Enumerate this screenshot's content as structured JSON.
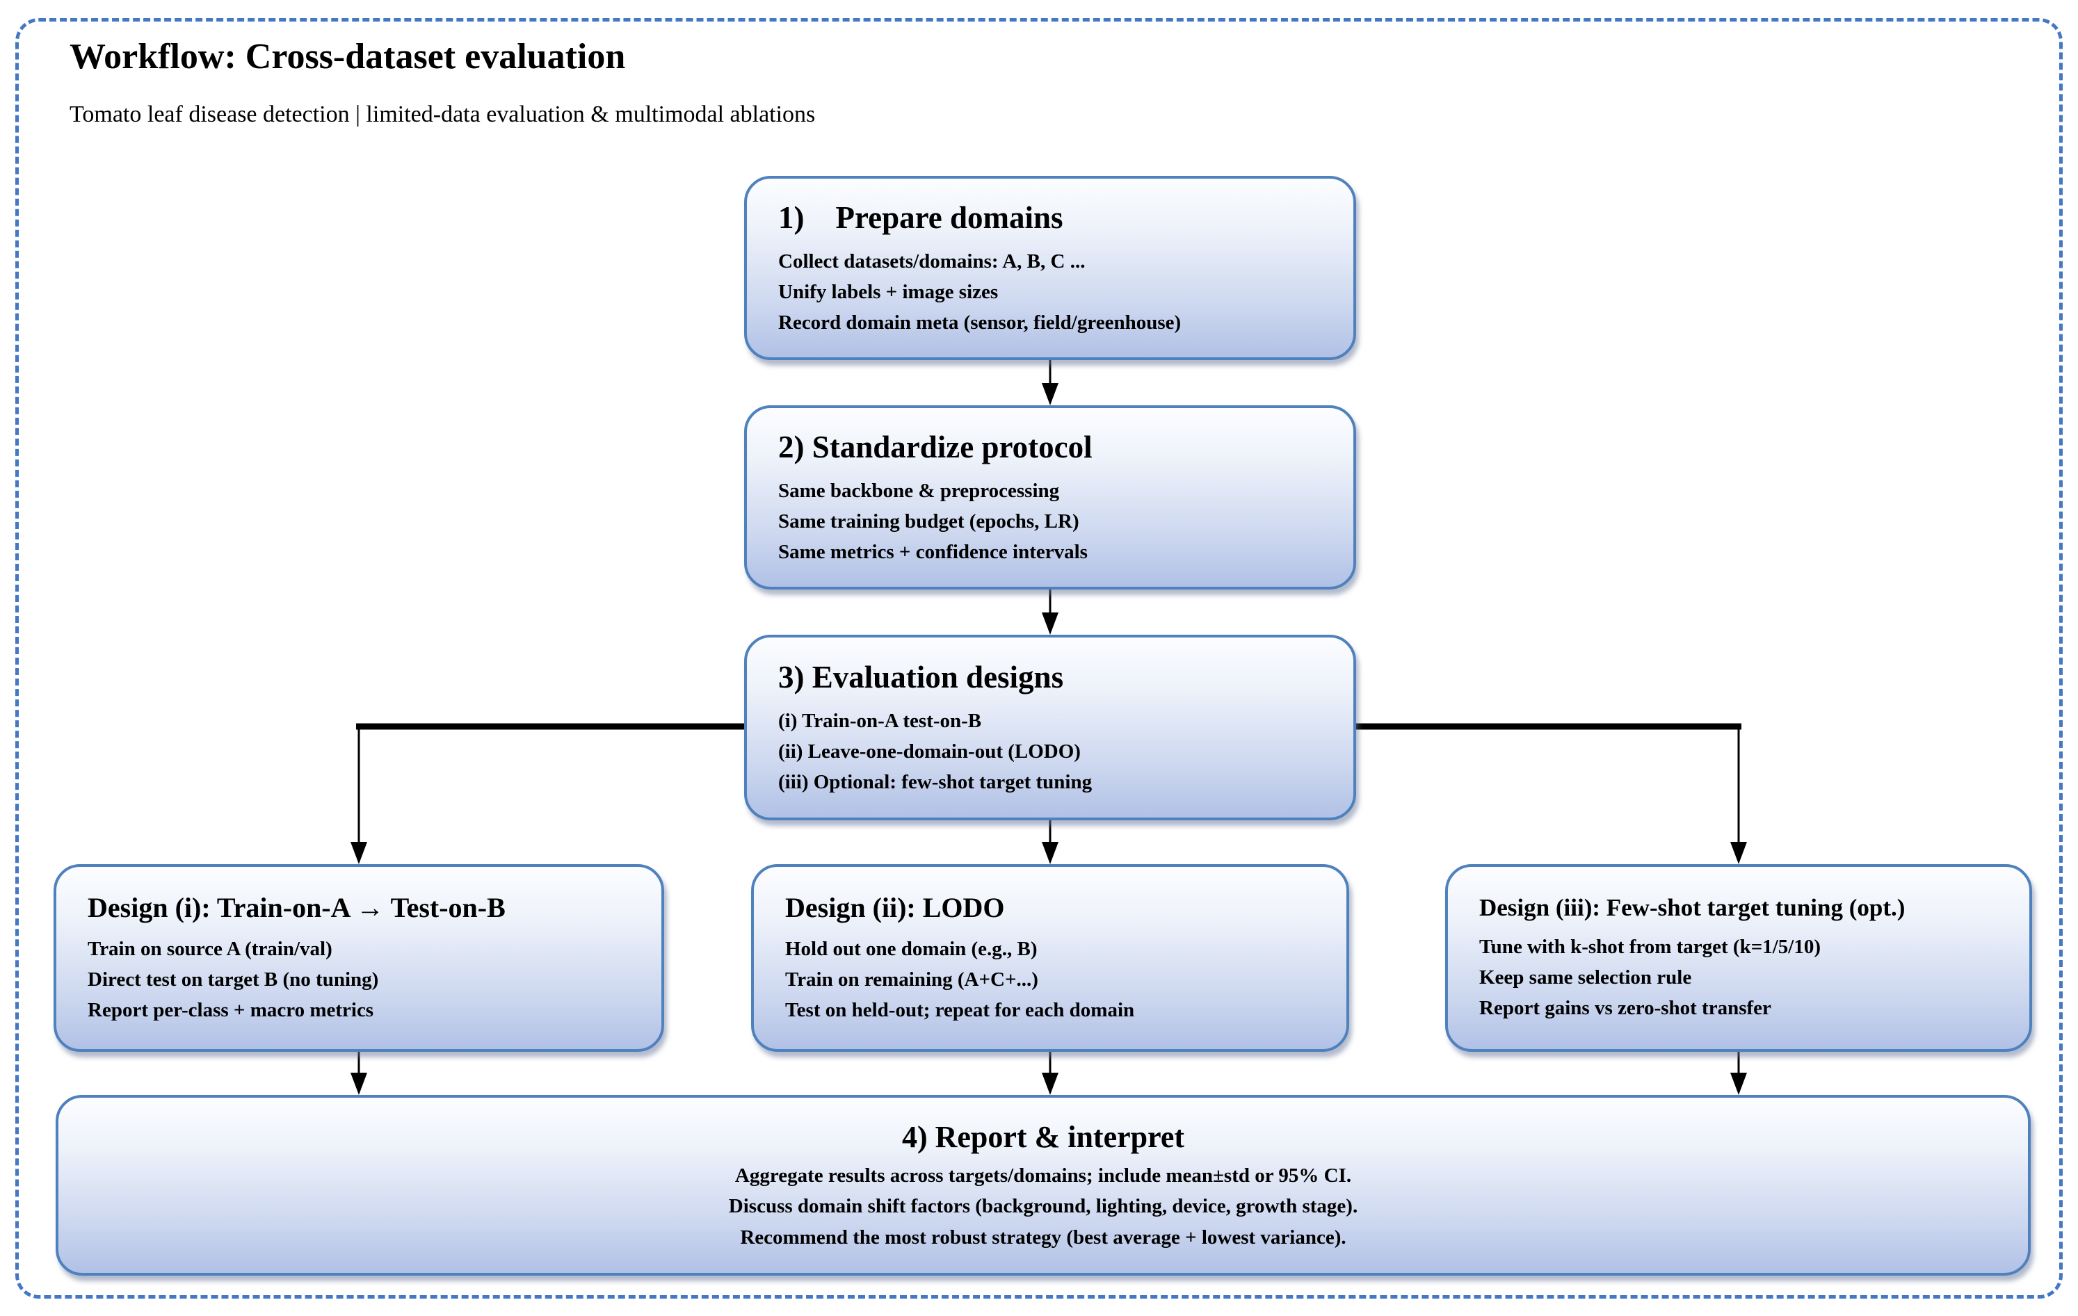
{
  "header": {
    "title": "Workflow: Cross-dataset evaluation",
    "subtitle": "Tomato leaf disease detection | limited-data evaluation & multimodal ablations"
  },
  "nodes": {
    "step1": {
      "title": "1)    Prepare domains",
      "lines": [
        "Collect datasets/domains: A, B, C ...",
        "Unify labels + image sizes",
        "Record domain meta (sensor, field/greenhouse)"
      ]
    },
    "step2": {
      "title": "2) Standardize protocol",
      "lines": [
        "Same backbone & preprocessing",
        "Same training budget (epochs, LR)",
        "Same metrics + confidence intervals"
      ]
    },
    "step3": {
      "title": "3) Evaluation designs",
      "lines": [
        "(i) Train-on-A test-on-B",
        "(ii) Leave-one-domain-out (LODO)",
        "(iii) Optional: few-shot target tuning"
      ]
    },
    "design_i": {
      "title": "Design (i): Train-on-A → Test-on-B",
      "lines": [
        "Train on source A (train/val)",
        "Direct test on target B (no tuning)",
        "Report per-class + macro metrics"
      ]
    },
    "design_ii": {
      "title": "Design (ii): LODO",
      "lines": [
        "Hold out one domain (e.g., B)",
        "Train on remaining (A+C+...)",
        "Test on held-out; repeat for each domain"
      ]
    },
    "design_iii": {
      "title": "Design (iii): Few-shot target tuning (opt.)",
      "lines": [
        "Tune with k-shot from target (k=1/5/10)",
        "Keep same selection rule",
        "Report gains vs zero-shot transfer"
      ]
    },
    "step4": {
      "title": "4) Report & interpret",
      "lines": [
        "Aggregate results across targets/domains; include mean±std or 95% CI.",
        "Discuss domain shift factors (background, lighting, device, growth stage).",
        "Recommend the most robust strategy (best average + lowest variance)."
      ]
    }
  },
  "colors": {
    "box_border": "#4f81bd",
    "box_gradient_top": "#fcfdff",
    "box_gradient_bottom": "#b1c1e6",
    "frame_dashed": "#4477c4",
    "connector": "#000000",
    "text": "#000000"
  }
}
